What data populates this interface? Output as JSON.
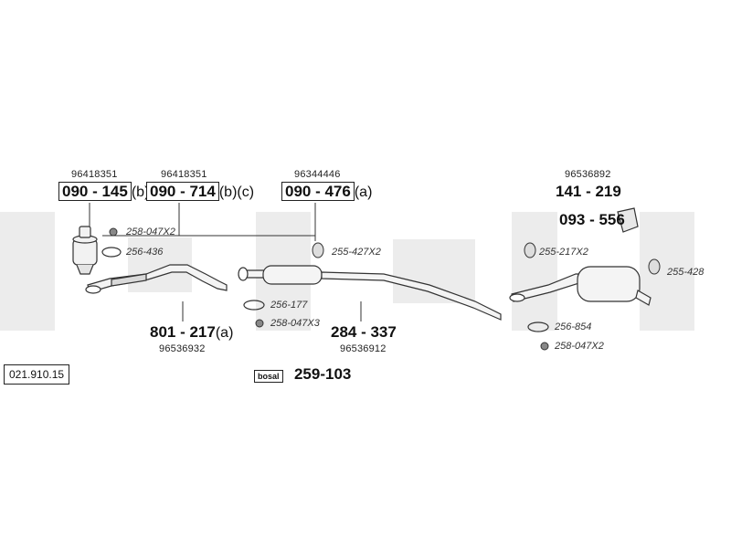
{
  "diagram_ref": "021.910.15",
  "brand_logo": "bosal",
  "hardware_kit": "259-103",
  "parts": {
    "p090_145": {
      "oem": "96418351",
      "code": "090 - 145",
      "suffix": "(b)"
    },
    "p090_714": {
      "oem": "96418351",
      "code": "090 - 714",
      "suffix": "(b)(c)"
    },
    "p090_476": {
      "oem": "96344446",
      "code": "090 - 476",
      "suffix": "(a)"
    },
    "p141_219": {
      "oem": "96536892",
      "code": "141 - 219"
    },
    "p093_556": {
      "code": "093 - 556"
    },
    "p801_217": {
      "oem": "96536932",
      "code": "801 - 217",
      "suffix": "(a)"
    },
    "p284_337": {
      "oem": "96536912",
      "code": "284 - 337"
    }
  },
  "accessories": {
    "a258_047x2_left": "258-047X2",
    "a256_436": "256-436",
    "a255_427x2": "255-427X2",
    "a256_177": "256-177",
    "a258_047x3": "258-047X3",
    "a255_217x2": "255-217X2",
    "a255_428": "255-428",
    "a256_854": "256-854",
    "a258_047x2_right": "258-047X2"
  }
}
